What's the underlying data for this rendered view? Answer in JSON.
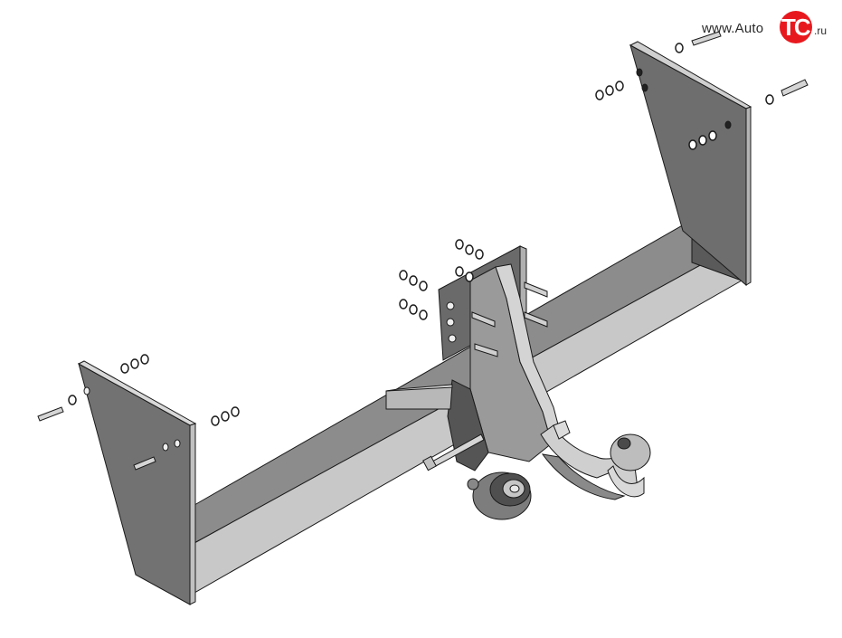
{
  "watermark": {
    "text_left": "www.Auto",
    "logo_letters": "TC",
    "text_right": ".ru",
    "logo_color": "#e8191e"
  },
  "drawing": {
    "subject": "tow-bar-assembly",
    "colors": {
      "plate_face": "#6b6b6b",
      "plate_edge": "#c9c9c9",
      "beam_top": "#8a8a8a",
      "beam_front": "#c4c4c4",
      "beam_bottom": "#3f3f3f",
      "outline": "#1a1a1a"
    }
  }
}
